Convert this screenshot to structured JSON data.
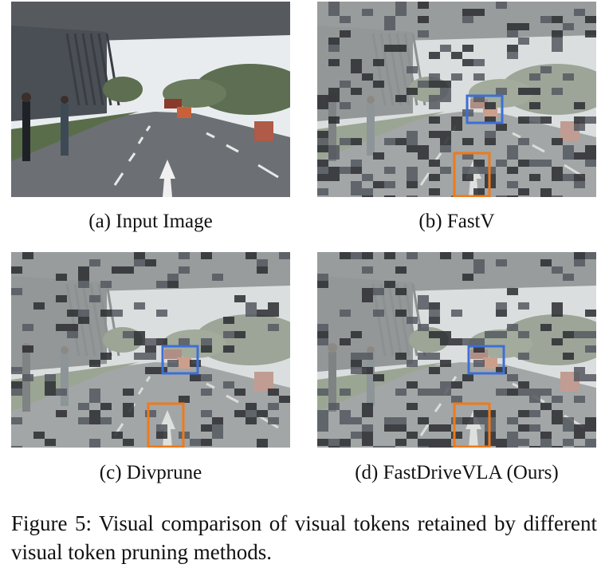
{
  "panels": [
    {
      "caption": "(a) Input Image",
      "pruned": false
    },
    {
      "caption": "(b) FastV",
      "pruned": true
    },
    {
      "caption": "(c) Divprune",
      "pruned": true
    },
    {
      "caption": "(d) FastDriveVLA (Ours)",
      "pruned": true
    }
  ],
  "figure_caption": "Figure 5: Visual comparison of visual tokens retained by different visual token pruning methods.",
  "colors": {
    "blue_box": "#3d6fd6",
    "orange_box": "#ef7a1a"
  }
}
